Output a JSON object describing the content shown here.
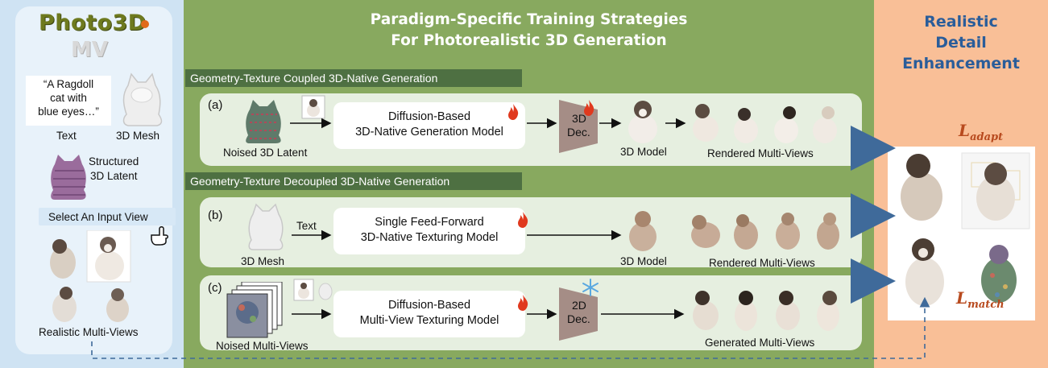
{
  "left": {
    "logo_main": "Photo3D",
    "logo_sub": "MV",
    "quote_lines": [
      "“A Ragdoll",
      "cat with",
      "blue eyes…”"
    ],
    "text_label": "Text",
    "mesh_label": "3D Mesh",
    "latent_label_1": "Structured",
    "latent_label_2": "3D Latent",
    "select_label": "Select An Input View",
    "multiviews_label": "Realistic Multi-Views"
  },
  "middle": {
    "title_1": "Paradigm-Specific Training Strategies",
    "title_2": "For Photorealistic 3D Generation",
    "section_a_title": "Geometry-Texture Coupled 3D-Native Generation",
    "section_b_title": "Geometry-Texture Decoupled 3D-Native Generation",
    "row_a": {
      "letter": "(a)",
      "input_label": "Noised 3D Latent",
      "model_1": "Diffusion-Based",
      "model_2": "3D-Native Generation Model",
      "decoder_1": "3D",
      "decoder_2": "Dec.",
      "output_label": "3D Model",
      "views_label": "Rendered Multi-Views"
    },
    "row_b": {
      "letter": "(b)",
      "input_label": "3D Mesh",
      "arrow_label": "Text",
      "model_1": "Single Feed-Forward",
      "model_2": "3D-Native Texturing Model",
      "output_label": "3D Model",
      "views_label": "Rendered Multi-Views"
    },
    "row_c": {
      "letter": "(c)",
      "input_label": "Noised Multi-Views",
      "model_1": "Diffusion-Based",
      "model_2": "Multi-View Texturing Model",
      "decoder_1": "2D",
      "decoder_2": "Dec.",
      "views_label": "Generated Multi-Views"
    }
  },
  "right": {
    "title_1": "Realistic",
    "title_2": "Detail",
    "title_3": "Enhancement",
    "loss_adapt_main": "L",
    "loss_adapt_sub": "adapt",
    "loss_match_main": "L",
    "loss_match_sub": "match"
  },
  "colors": {
    "left_bg": "#cfe3f3",
    "middle_bg": "#88a95f",
    "section_bar": "#4e7042",
    "right_bg": "#f9bf97",
    "arrow_blue": "#3f6a9a",
    "flame": "#e0391e",
    "snowflake": "#5aa8e0",
    "loss_text": "#b84a1e",
    "title_blue": "#2a5d9a"
  },
  "icons": [
    "flame-icon",
    "snowflake-icon",
    "hand-pointer-icon"
  ]
}
